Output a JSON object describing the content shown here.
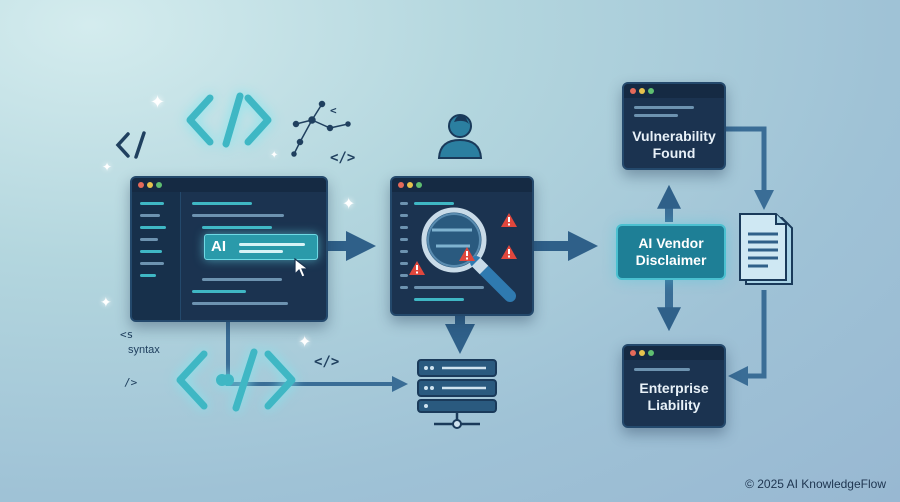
{
  "diagram": {
    "ai_label": "AI",
    "ai_vendor_disclaimer": [
      "AI Vendor",
      "Disclaimer"
    ],
    "vulnerability_found": [
      "Vulnerability",
      "Found"
    ],
    "enterprise_liability": [
      "Enterprise",
      "Liability"
    ],
    "syntax_tag": "<s",
    "syntax_word": "syntax",
    "syntax_close": "/>",
    "code_tag_small": "</",
    "code_tag_close": "</>",
    "code_tag_close_2": "</>",
    "code_tag_lt": "<",
    "code_tag_slash": "/>"
  },
  "footer": {
    "copyright": "© 2025 AI KnowledgeFlow"
  },
  "colors": {
    "window_bg": "#1b3350",
    "accent_teal": "#3fb7c4",
    "arrow": "#2f6089",
    "warning": "#e0473d"
  }
}
